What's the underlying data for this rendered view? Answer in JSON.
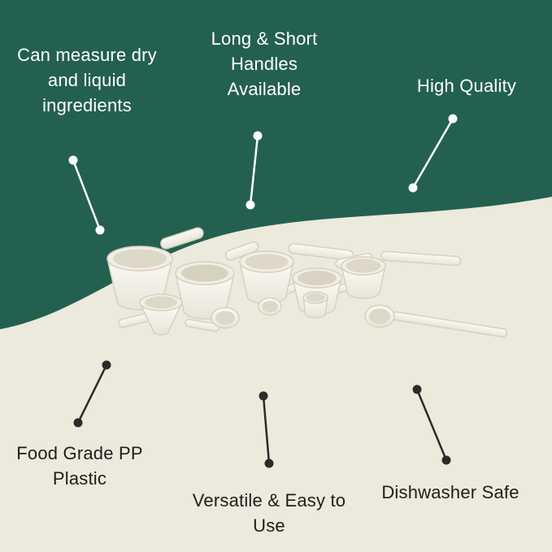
{
  "colors": {
    "background_top": "#24604F",
    "background_bottom": "#ECE9DD",
    "text_on_dark": "#FFFFFF",
    "text_on_light": "#1E1E1C",
    "connector_light": "#FFFFFF",
    "connector_dark": "#2B2B29",
    "product_white": "#F8F6EF"
  },
  "product": {
    "name": "White plastic measuring cups and spoons set"
  },
  "callouts": [
    {
      "label": "Can measure dry and liquid ingredients"
    },
    {
      "label": "Long & Short Handles Available"
    },
    {
      "label": "High Quality"
    },
    {
      "label": "Food Grade PP Plastic"
    },
    {
      "label": "Versatile & Easy to Use"
    },
    {
      "label": "Dishwasher Safe"
    }
  ]
}
